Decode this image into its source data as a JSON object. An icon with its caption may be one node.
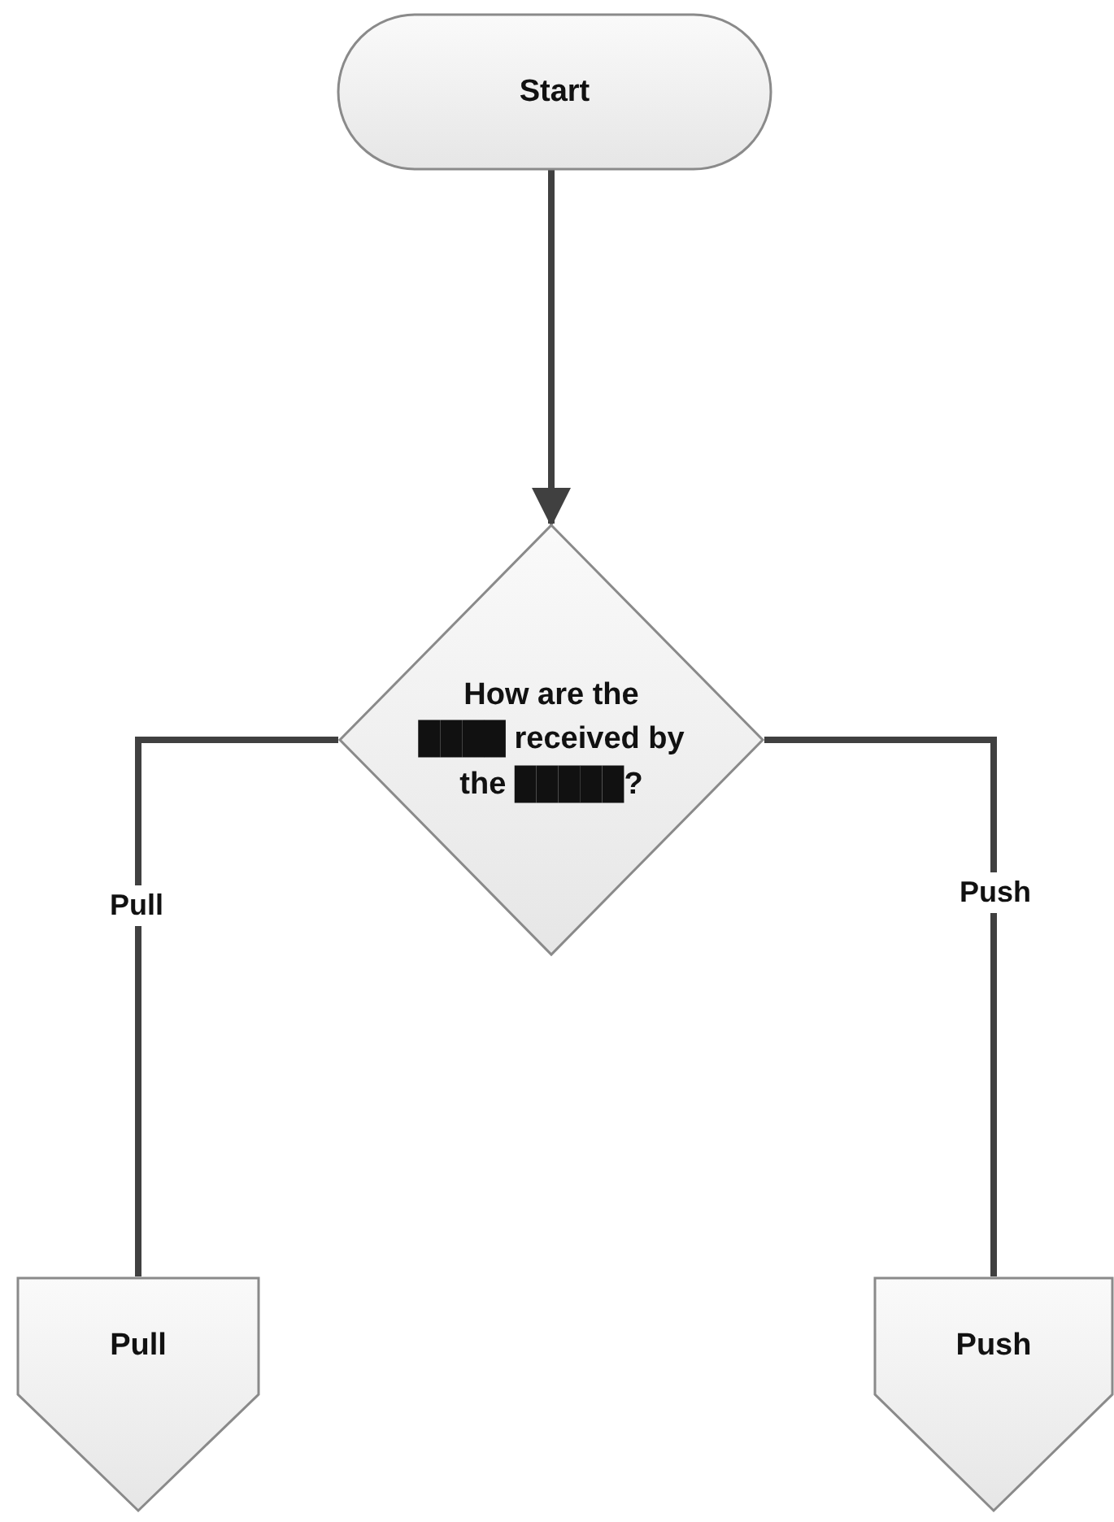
{
  "diagram": {
    "nodes": [
      {
        "text": [
          "Start"
        ]
      },
      {
        "text": [
          "How are the ████ received by the █████?"
        ]
      },
      {
        "text": [
          "Pull"
        ]
      },
      {
        "text": [
          "Push"
        ]
      }
    ],
    "edges": [
      {
        "from": 0,
        "to": 1,
        "arrow": "to"
      },
      {
        "from": 1,
        "to": 2,
        "arrow": "none",
        "label": "Pull"
      },
      {
        "from": 1,
        "to": 3,
        "arrow": "none",
        "label": "Push"
      }
    ]
  }
}
